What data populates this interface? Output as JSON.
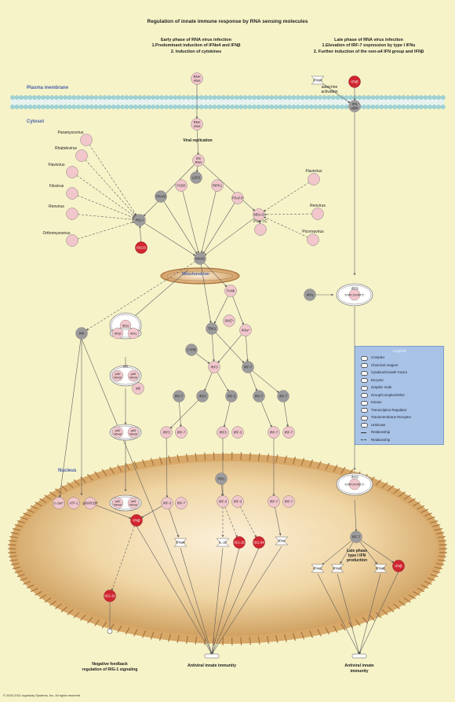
{
  "title": "Regulation of innate immune response by RNA sensing molecules",
  "early_phase": {
    "heading": "Early phase of RNA virus infection",
    "line1": "1.Predominant induction of IFNα4 and IFNβ",
    "line2": "2. Induction of cytokines"
  },
  "late_phase": {
    "heading": "Late phase of RNA virus infection",
    "line1": "1.Elevation of IRF-7 expression by type I IFNs",
    "line2": "2. Further induction of the non-α4 IFN group and IFNβ"
  },
  "regions": {
    "plasma_membrane": "Plasma membrane",
    "cytosol": "Cytosol",
    "mitochondrion": "Mitochondrion",
    "nucleus": "Nucleus"
  },
  "labels": {
    "viral_replication": "Viral replication",
    "autocrine": "autocrine",
    "activation": "activation",
    "negative_feedback_1": "Negative feedback",
    "negative_feedback_2": "regulation of RIG-1 signaling",
    "antiviral_innate_immunity": "Antiviral innate immunity",
    "antiviral_innate_immunity_r1": "Antiviral innate",
    "antiviral_innate_immunity_r2": "immunity",
    "late_phase_l1": "Late phase",
    "late_phase_l2": "type I IFN",
    "late_phase_l3": "production"
  },
  "nodes": {
    "rna_virus_out": "RNA\nvirus",
    "rna_virus_in": "RNA\nvirus",
    "ds_rna": "DS\nRNA",
    "ifna4_out": "IFNα4",
    "ifnb_out": "IFNβ",
    "ifn_abr": "IFN\nα/βR",
    "paramyxovirus": "Paramyxovirus",
    "rhabdovirus": "Rhabdovirus",
    "flavivirus_l": "Flavivirus",
    "filovirus": "Filovirus",
    "reovirus_l": "Reovirus",
    "orthomyxovirus": "Orthomyxovirus",
    "flavivirus_r": "Flavivirus",
    "reovirus_r": "Reovirus",
    "picornavirus": "Picornavirus",
    "poly_ic": "Poly I:C",
    "lgp2": "LGP2",
    "fadd": "FADD",
    "ripk1": "RIPK1",
    "traf6": "TRAF6",
    "traf3": "TRAF3*",
    "rig1": "RIG-I",
    "mda5": "MDA-5",
    "isg15_top": "ISG15",
    "mavs": "MAVS",
    "tank": "TANK",
    "jnk": "JNK",
    "ikka": "IKKα",
    "ikkb": "IKKβ",
    "ikkg": "IKKγ",
    "sike": "SIKE*",
    "tbk1": "TBK1",
    "ikke": "IKKε*",
    "cypb": "CYPB",
    "irf3_a": "IRF3",
    "irf7_a": "IRF-7",
    "ikb": "IκB",
    "ikb_free": "IκB",
    "p50": "p50\nNFκB",
    "p65": "p65\nNFκB",
    "p50_b": "p50\nNFκB",
    "p65_b": "p65\nNFκB",
    "p50_c": "p50\nNFκB",
    "p65_c": "p65\nNFκB",
    "irf7_b": "IRF-7",
    "irf3_b": "IRF3",
    "irf3_c": "IRF-3",
    "irf7_c": "IRF-7",
    "irf7_d": "IRF-7",
    "irf3_d1": "IRF3",
    "irf7_d1": "IRF-7",
    "irf3_d2": "IRF3",
    "irf3_d3": "IRF-3",
    "irf7_d2": "IRF-7",
    "irf7_d3": "IRF-7",
    "ikky_r": "IKKγ",
    "irf9_top": "IRF9",
    "stat1stat2": "STAT1STAT2*",
    "irf9_n": "IRF9",
    "stat2stat1": "STAT2STAT1*",
    "cjun": "c-Jun*",
    "atf2": "ATF-2",
    "p300cbp": "p300/CBP",
    "p50_n": "p50\nNFκB",
    "p65_n": "p65\nNFκB",
    "irf3_n1": "IRF-3",
    "irf7_n1": "IRF-7",
    "pin1": "PIN1",
    "irf3_n2": "IRF-3",
    "irf3_n3": "IRF-3",
    "irf7_n2": "IRF-7",
    "irf7_n3": "IRF-7",
    "ifnb_n": "IFNβ",
    "ifna4_n": "IFNα4",
    "il10": "IL-10",
    "isg15_n": "ISG-15",
    "isg54": "ISG-54",
    "ifna_n": "IFNα",
    "irf7_late": "IRF-7",
    "ifna2": "IFNα2",
    "ifna5": "IFNα5",
    "ifna6": "IFNα6",
    "ifnb_late": "IFNβ",
    "isg15_bot": "ISG-15"
  },
  "legend": {
    "title": "Legend",
    "items": [
      "Complex",
      "Chemical reagent",
      "Cytokine/Growth Factor",
      "Enzyme",
      "Graphic node",
      "Group/Complex/Other",
      "Kinase",
      "Transcription Regulator",
      "Transmembrane Receptor",
      "Unknown",
      "Relationship",
      "Relationship"
    ]
  },
  "footer": "© 2000-2011 Ingenuity Systems, Inc. All rights reserved.",
  "colors": {
    "background": "#f6f3c9",
    "membrane_head": "#9fd3d6",
    "pink_node": "#f1c7cc",
    "red_node": "#d02631",
    "gray_node": "#9c9c9c",
    "nucleus_light": "#f8e7c4",
    "nucleus_dark": "#c7954f",
    "region_text": "#4a5fa8"
  }
}
